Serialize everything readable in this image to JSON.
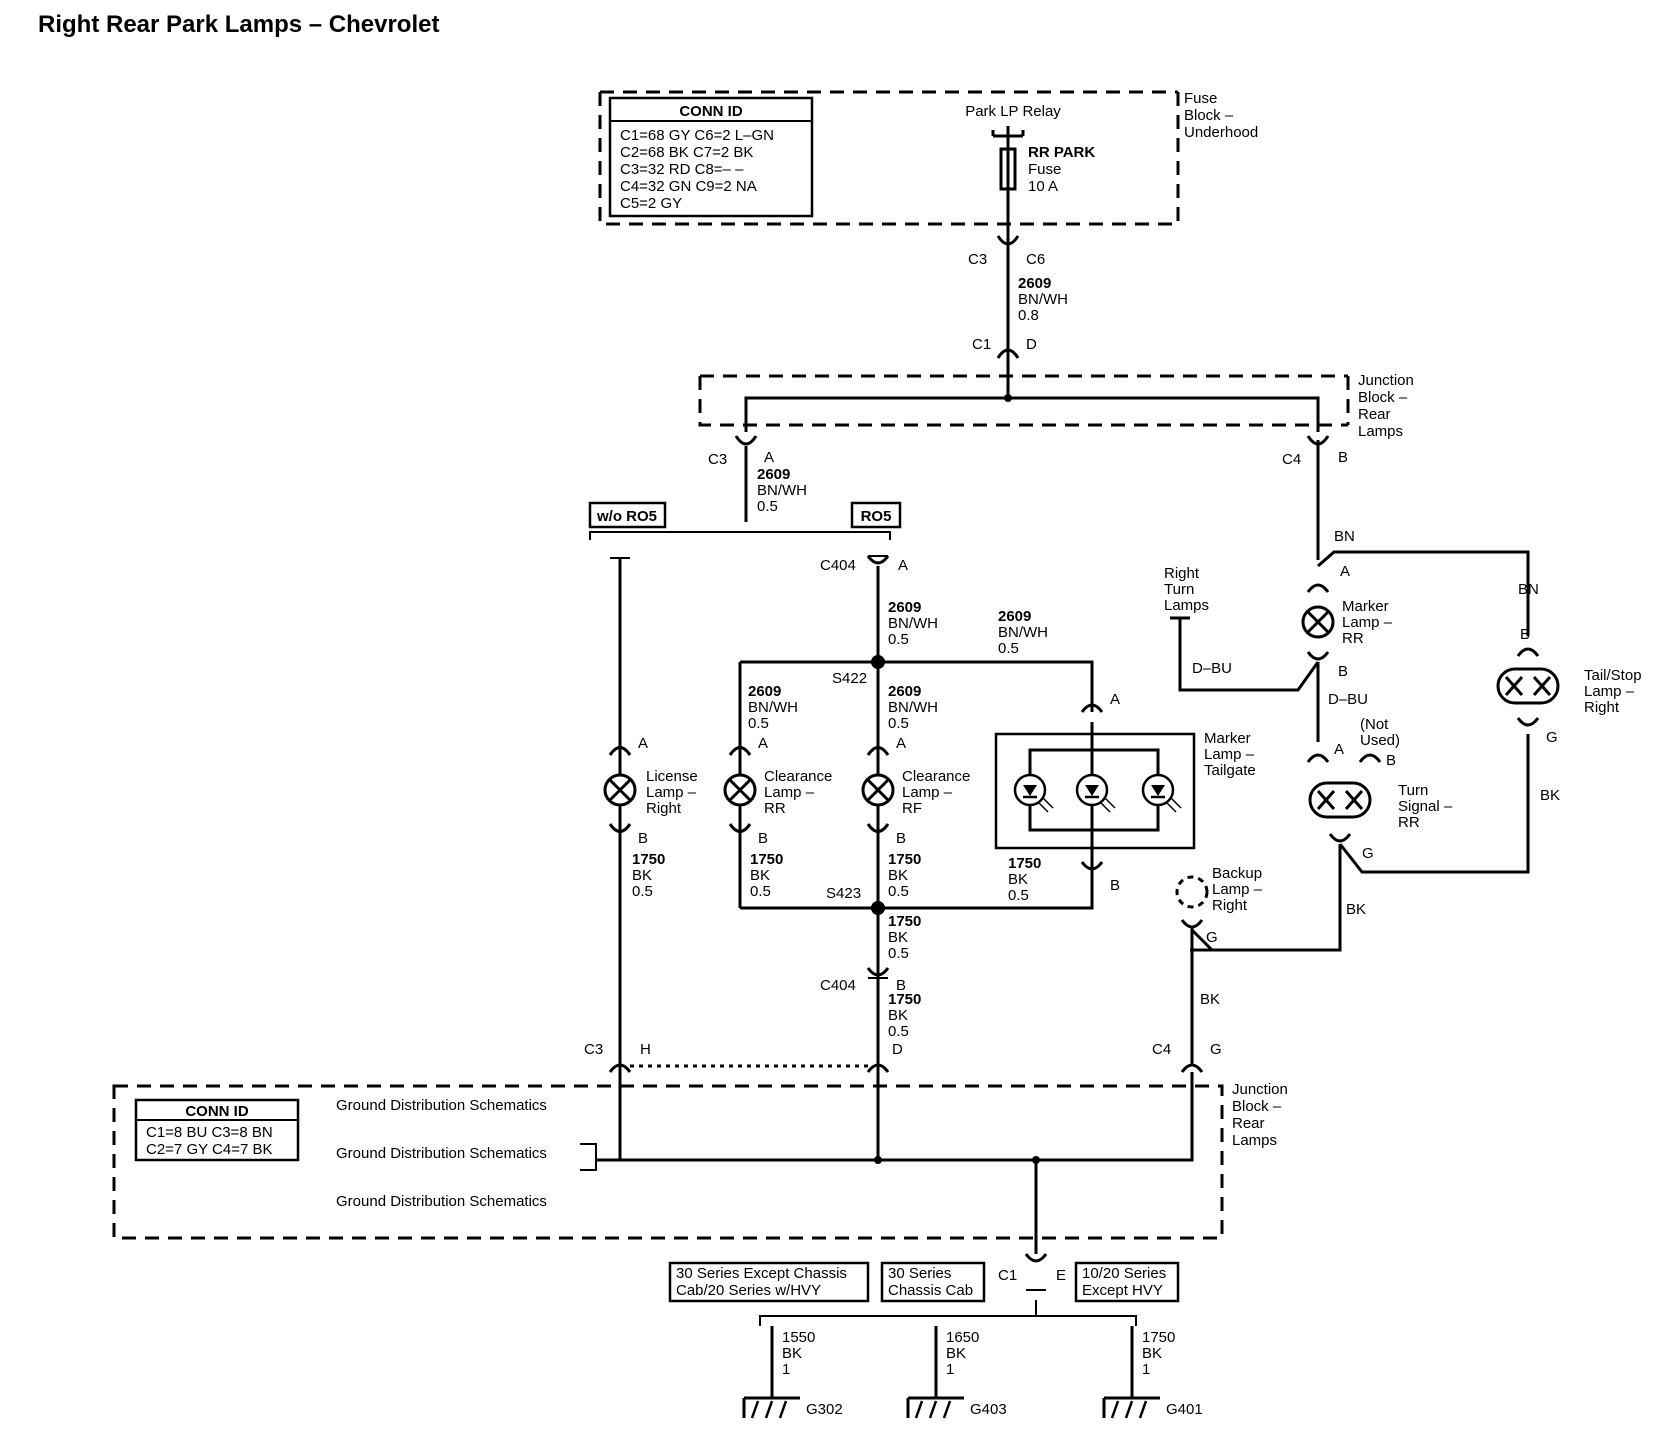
{
  "title": "Right Rear Park Lamps – Chevrolet",
  "top_conn_table": {
    "header": "CONN ID",
    "rows": [
      "C1=68 GY   C6=2 L–GN",
      "C2=68 BK   C7=2 BK",
      "C3=32 RD   C8=– –",
      "C4=32 GN   C9=2 NA",
      "C5=2 GY"
    ]
  },
  "fuse_block": {
    "label": [
      "Fuse",
      "Block –",
      "Underhood"
    ],
    "relay": "Park LP Relay",
    "fuse": [
      "RR PARK",
      "Fuse",
      "10 A"
    ]
  },
  "junction_top": {
    "label": [
      "Junction",
      "Block –",
      "Rear",
      "Lamps"
    ]
  },
  "connectors": {
    "c3": "C3",
    "c6": "C6",
    "c1": "C1",
    "d": "D",
    "c4": "C4",
    "a": "A",
    "b": "B",
    "c404": "C404",
    "h": "H",
    "g": "G",
    "e": "E",
    "s422": "S422",
    "s423": "S423"
  },
  "wires": {
    "w2609_08": [
      "2609",
      "BN/WH",
      "0.8"
    ],
    "w2609_05": [
      "2609",
      "BN/WH",
      "0.5"
    ],
    "w1750_05": [
      "1750",
      "BK",
      "0.5"
    ],
    "bn": "BN",
    "bk": "BK",
    "dbu": "D–BU"
  },
  "options": {
    "wo_ro5": "w/o RO5",
    "ro5": "RO5"
  },
  "components": {
    "license": [
      "License",
      "Lamp –",
      "Right"
    ],
    "clear_rr": [
      "Clearance",
      "Lamp –",
      "RR"
    ],
    "clear_rf": [
      "Clearance",
      "Lamp –",
      "RF"
    ],
    "marker_tailgate": [
      "Marker",
      "Lamp –",
      "Tailgate"
    ],
    "right_turn": [
      "Right",
      "Turn",
      "Lamps"
    ],
    "marker_rr": [
      "Marker",
      "Lamp –",
      "RR"
    ],
    "turn_rr": [
      "Turn",
      "Signal –",
      "RR"
    ],
    "not_used": [
      "(Not",
      "Used)"
    ],
    "tail_stop": [
      "Tail/Stop",
      "Lamp –",
      "Right"
    ],
    "backup": [
      "Backup",
      "Lamp –",
      "Right"
    ]
  },
  "bottom_conn_table": {
    "header": "CONN ID",
    "rows": [
      "C1=8 BU  C3=8 BN",
      "C2=7 GY  C4=7 BK"
    ]
  },
  "ground_dist": [
    "Ground Distribution Schematics",
    "Ground Distribution Schematics",
    "Ground Distribution Schematics"
  ],
  "junction_bottom": {
    "label": [
      "Junction",
      "Block –",
      "Rear",
      "Lamps"
    ]
  },
  "series": [
    "30 Series Except Chassis",
    "Cab/20 Series w/HVY",
    "30 Series",
    "Chassis Cab",
    "10/20 Series",
    "Except HVY"
  ],
  "grounds": [
    {
      "wire": [
        "1550",
        "BK",
        "1"
      ],
      "name": "G302"
    },
    {
      "wire": [
        "1650",
        "BK",
        "1"
      ],
      "name": "G403"
    },
    {
      "wire": [
        "1750",
        "BK",
        "1"
      ],
      "name": "G401"
    }
  ]
}
